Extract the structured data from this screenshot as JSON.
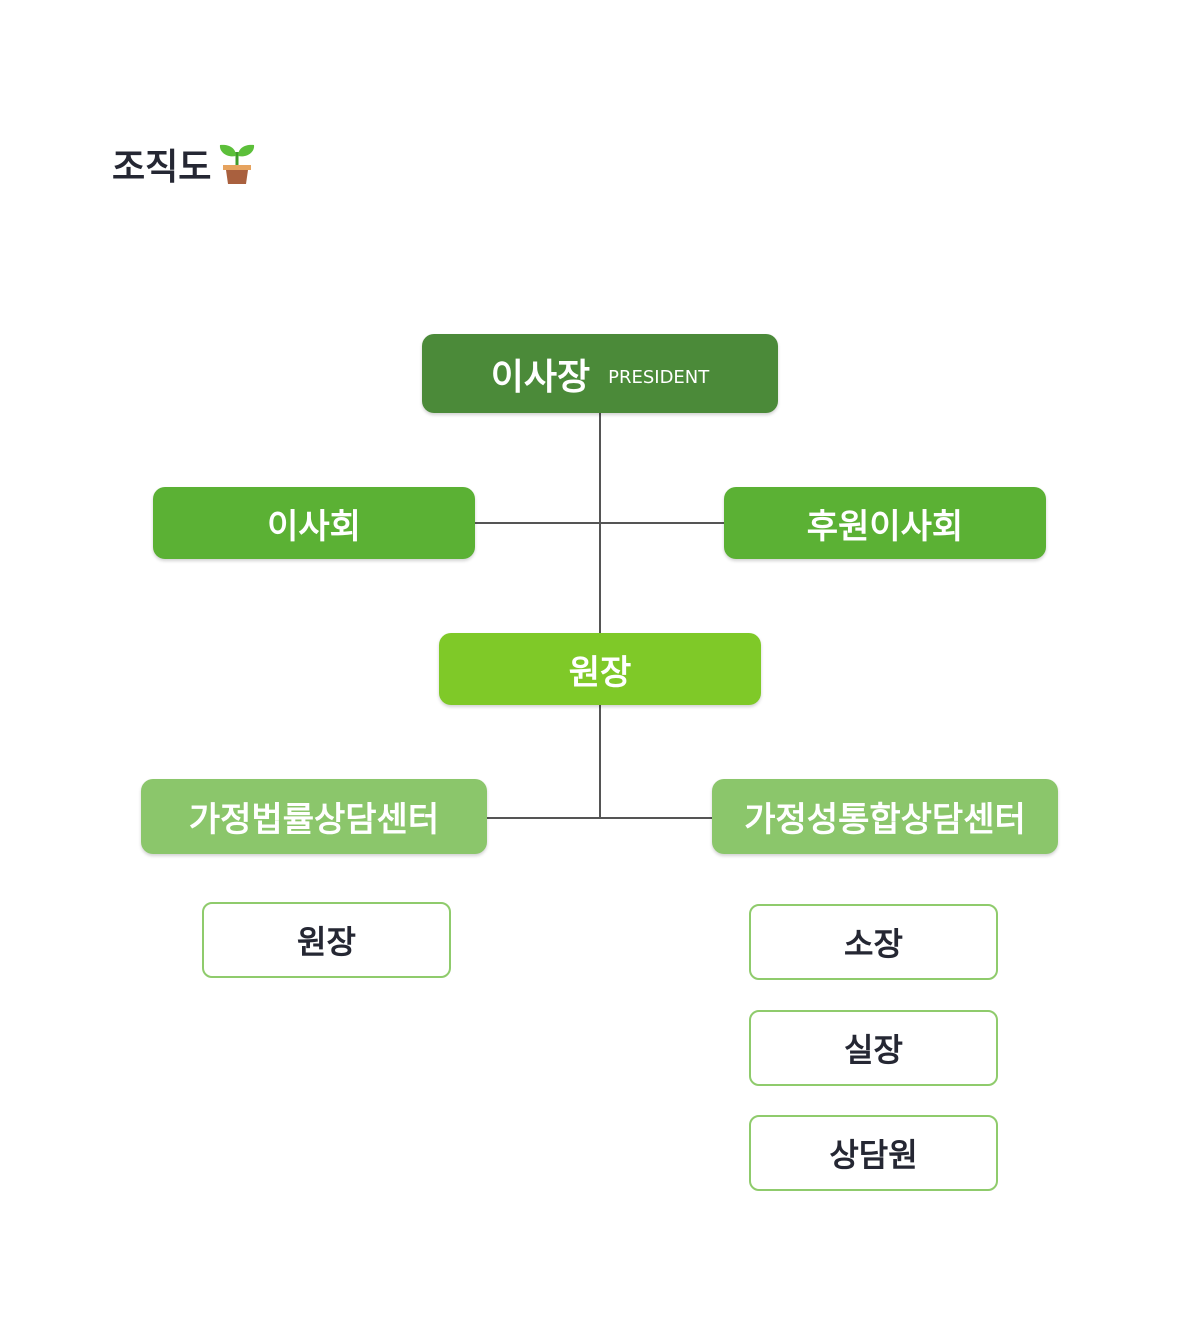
{
  "title": "조직도",
  "colors": {
    "president": "#4b8a39",
    "board": "#5bb134",
    "director": "#7fc928",
    "center": "#8bc66b",
    "outline": "#8fcb6c",
    "line": "#555555"
  },
  "president": {
    "label": "이사장",
    "sub": "PRESIDENT"
  },
  "board_left": "이사회",
  "board_right": "후원이사회",
  "director": "원장",
  "centers": [
    {
      "label": "가정법률상담센터",
      "staff": [
        "원장"
      ]
    },
    {
      "label": "가정성통합상담센터",
      "staff": [
        "소장",
        "실장",
        "상담원"
      ]
    }
  ]
}
